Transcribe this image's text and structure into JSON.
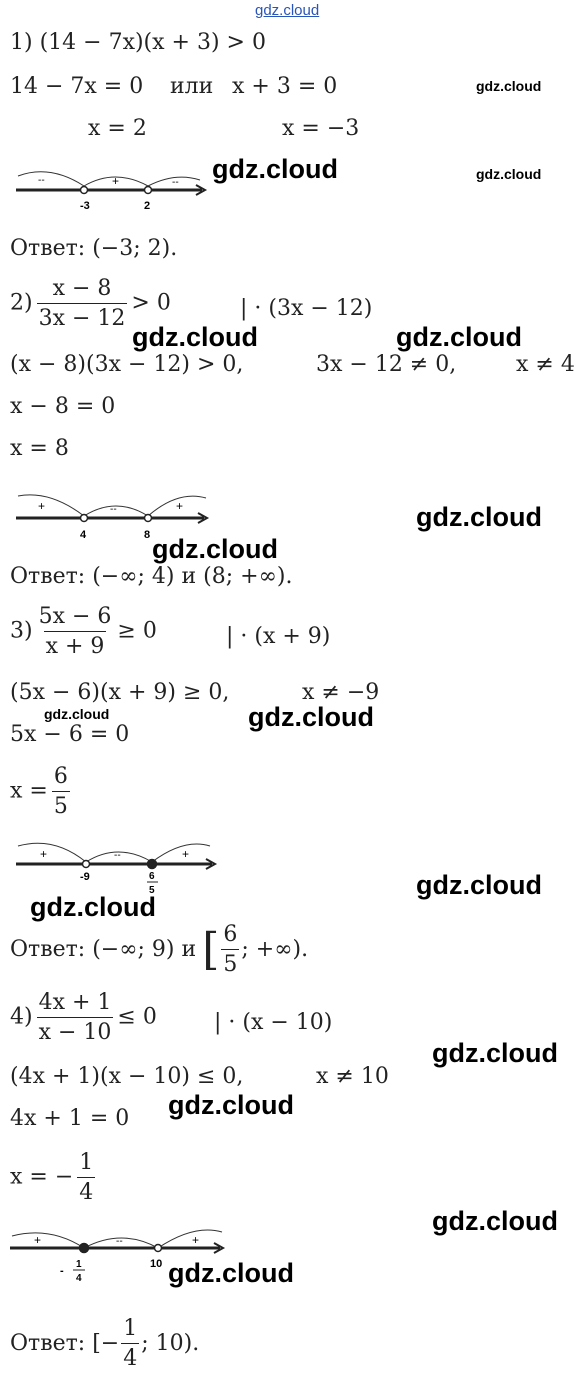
{
  "watermarks": {
    "top": "gdz.cloud",
    "mark": "gdz.cloud"
  },
  "p1": {
    "line1": "1) (14 − 7x)(x + 3) > 0",
    "line2a": "14 − 7x = 0",
    "line2b": "или",
    "line2c": "x + 3 = 0",
    "root1": "x = 2",
    "root2": "x = −3",
    "axis": {
      "signs": [
        "--",
        "+",
        "--"
      ],
      "points": [
        "-3",
        "2"
      ]
    },
    "answer": "Ответ: (−3; 2)."
  },
  "p2": {
    "label": "2)",
    "num": "x − 8",
    "den": "3x − 12",
    "rel": "> 0",
    "mult": "| · (3x − 12)",
    "line2": "(x − 8)(3x − 12) > 0,",
    "line2b": "3x − 12 ≠ 0,",
    "line2c": "x ≠ 4",
    "line3": "x − 8 = 0",
    "line4": "x = 8",
    "axis": {
      "signs": [
        "+",
        "--",
        "+"
      ],
      "points": [
        "4",
        "8"
      ]
    },
    "answer": "Ответ: (−∞; 4) и (8;  +∞)."
  },
  "p3": {
    "label": "3)",
    "num": "5x − 6",
    "den": "x + 9",
    "rel": "≥ 0",
    "mult": "| · (x + 9)",
    "line2": "(5x − 6)(x + 9) ≥ 0,",
    "line2b": "x ≠ −9",
    "line3": "5x − 6 = 0",
    "line4": "x =",
    "frac_num": "6",
    "frac_den": "5",
    "axis": {
      "signs": [
        "+",
        "--",
        "+"
      ],
      "points": [
        "-9",
        "6",
        "5"
      ]
    },
    "answer_a": "Ответ: (−∞; 9) и",
    "answer_num": "6",
    "answer_den": "5",
    "answer_b": "; +∞)."
  },
  "p4": {
    "label": "4)",
    "num": "4x + 1",
    "den": "x − 10",
    "rel": "≤ 0",
    "mult": "| · (x − 10)",
    "line2": "(4x + 1)(x − 10) ≤ 0,",
    "line2b": "x ≠ 10",
    "line3": "4x + 1 = 0",
    "line4": "x = −",
    "frac_num": "1",
    "frac_den": "4",
    "axis": {
      "signs": [
        "+",
        "--",
        "+"
      ],
      "points": [
        "-",
        "1",
        "4",
        "10"
      ]
    },
    "answer_a": "Ответ: [−",
    "answer_num": "1",
    "answer_den": "4",
    "answer_b": "; 10)."
  }
}
